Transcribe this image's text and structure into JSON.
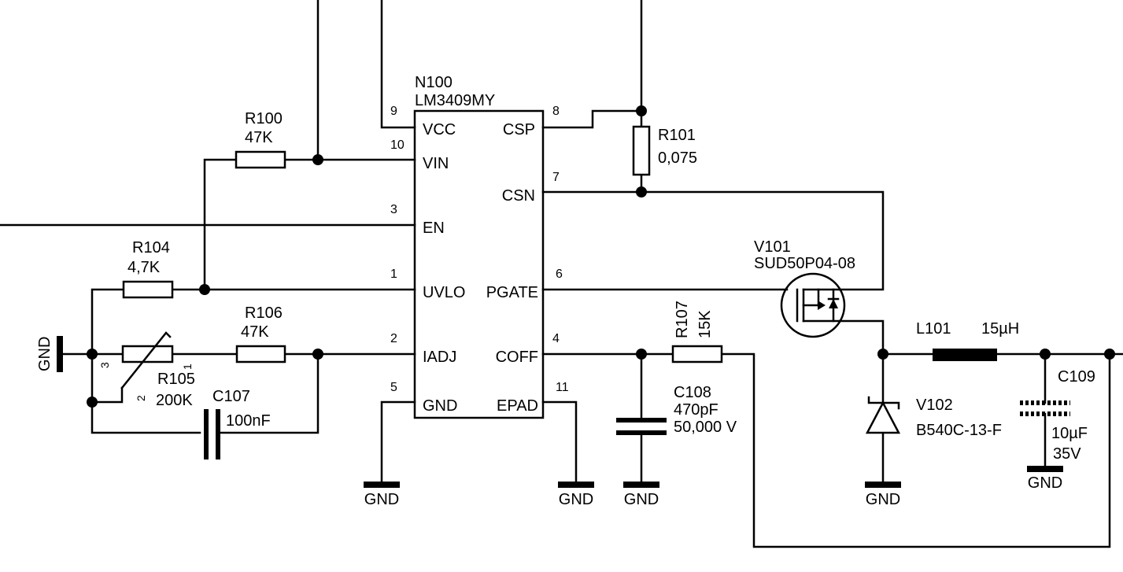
{
  "ic": {
    "ref": "N100",
    "part": "LM3409MY",
    "left_pins": [
      {
        "name": "VCC",
        "num": "9"
      },
      {
        "name": "VIN",
        "num": "10"
      },
      {
        "name": "EN",
        "num": "3"
      },
      {
        "name": "UVLO",
        "num": "1"
      },
      {
        "name": "IADJ",
        "num": "2"
      },
      {
        "name": "GND",
        "num": "5"
      }
    ],
    "right_pins": [
      {
        "name": "CSP",
        "num": "8"
      },
      {
        "name": "CSN",
        "num": "7"
      },
      {
        "name": "PGATE",
        "num": "6"
      },
      {
        "name": "COFF",
        "num": "4"
      },
      {
        "name": "EPAD",
        "num": "11"
      }
    ]
  },
  "components": {
    "r100": {
      "ref": "R100",
      "value": "47K"
    },
    "r101": {
      "ref": "R101",
      "value": "0,075"
    },
    "r104": {
      "ref": "R104",
      "value": "4,7K"
    },
    "r105": {
      "ref": "R105",
      "value": "200K",
      "pins": [
        "3",
        "1",
        "2"
      ]
    },
    "r106": {
      "ref": "R106",
      "value": "47K"
    },
    "r107": {
      "ref": "R107",
      "value": "15K"
    },
    "c107": {
      "ref": "C107",
      "value": "100nF"
    },
    "c108": {
      "ref": "C108",
      "value": "470pF",
      "rating": "50,000 V"
    },
    "c109": {
      "ref": "C109",
      "value": "10µF",
      "rating": "35V"
    },
    "l101": {
      "ref": "L101",
      "value": "15µH"
    },
    "v101": {
      "ref": "V101",
      "part": "SUD50P04-08"
    },
    "v102": {
      "ref": "V102",
      "part": "B540C-13-F"
    }
  },
  "gnd_label": "GND"
}
